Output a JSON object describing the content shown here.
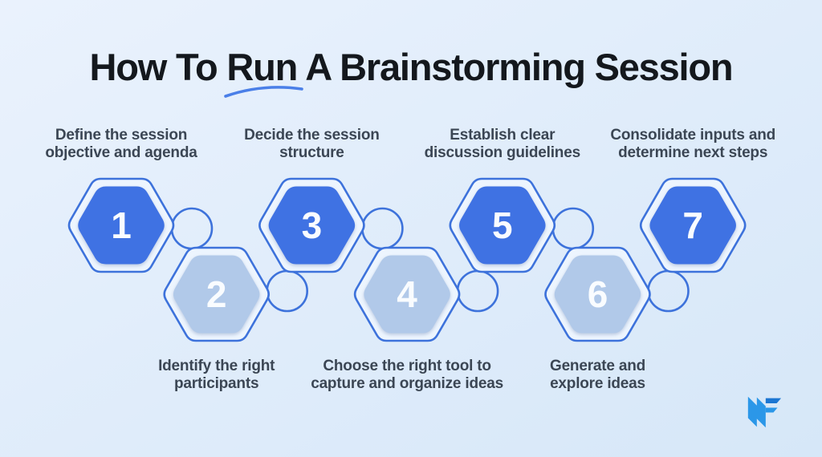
{
  "title": "How To Run A Brainstorming Session",
  "steps": [
    {
      "num": "1",
      "label": "Define the session\nobjective and agenda",
      "variant": "primary"
    },
    {
      "num": "2",
      "label": "Identify the right\nparticipants",
      "variant": "light"
    },
    {
      "num": "3",
      "label": "Decide the session\nstructure",
      "variant": "primary"
    },
    {
      "num": "4",
      "label": "Choose the right tool to\ncapture and organize ideas",
      "variant": "light"
    },
    {
      "num": "5",
      "label": "Establish clear\ndiscussion guidelines",
      "variant": "primary"
    },
    {
      "num": "6",
      "label": "Generate and\nexplore ideas",
      "variant": "light"
    },
    {
      "num": "7",
      "label": "Consolidate inputs and\ndetermine next steps",
      "variant": "primary"
    }
  ],
  "colors": {
    "background_start": "#EAF2FD",
    "background_end": "#D6E7F8",
    "hex_primary": "#3F72E3",
    "hex_light": "#B1C9E9",
    "hex_ring": "#EDF5FE",
    "hex_outline": "#3D72DB",
    "number_color": "#F9FCFF",
    "label_color": "#3B4654",
    "title_color": "#14181D",
    "underline": "#4A7FE8",
    "logo_primary": "#2B97E8",
    "logo_accent": "#1B76D2"
  },
  "icons": {
    "title_underline": "curved-swoosh",
    "brand_logo": "mf-monogram"
  }
}
